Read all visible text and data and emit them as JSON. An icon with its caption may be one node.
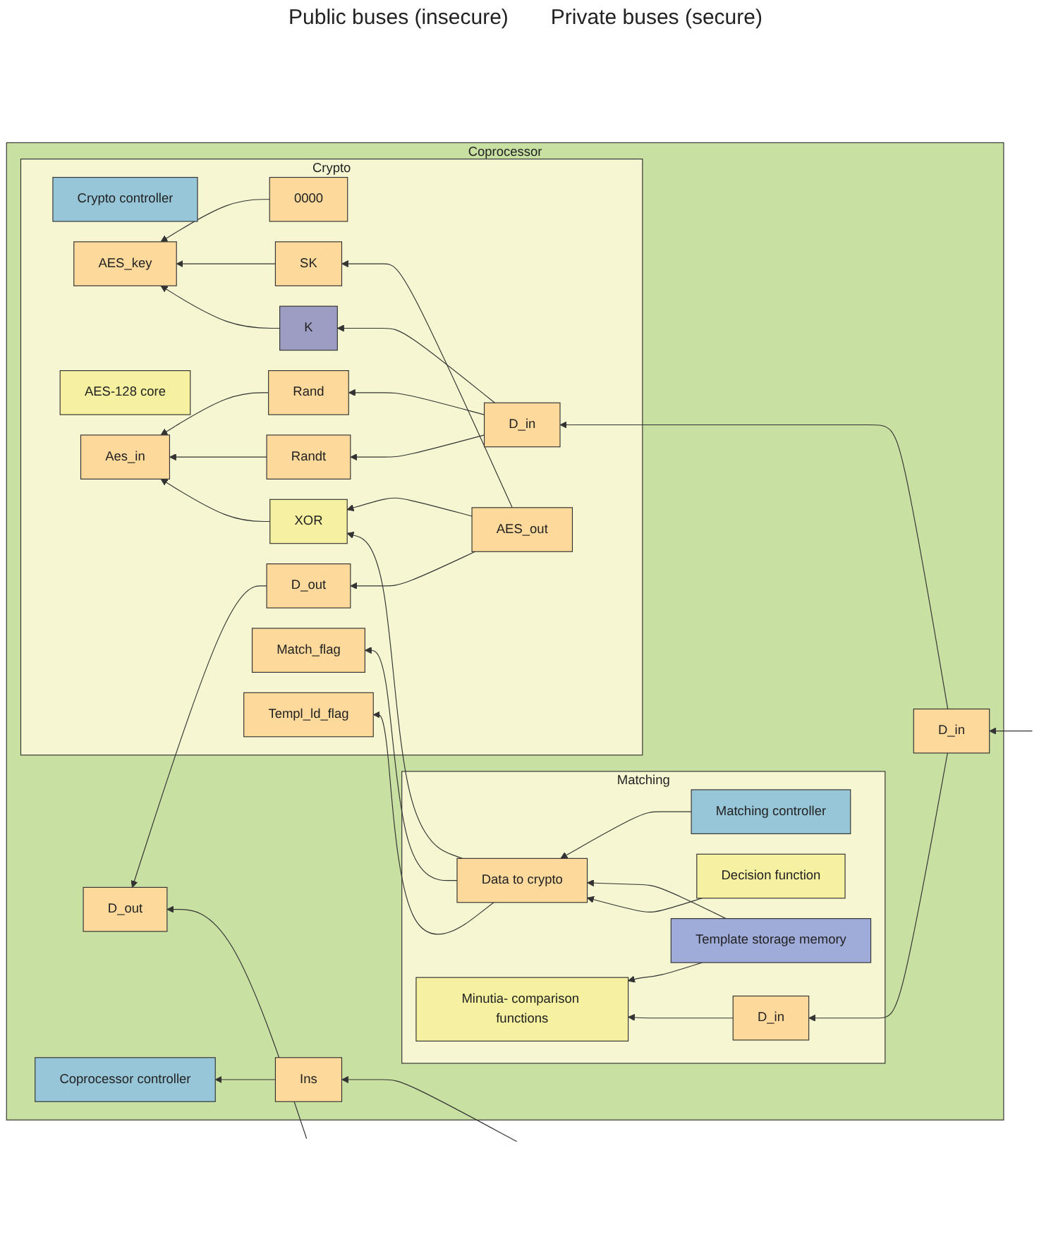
{
  "diagram": {
    "nodes": [
      {
        "text": [
          "Coprocessor"
        ]
      },
      {
        "text": [
          "Coprocessor controller"
        ],
        "in": 0
      },
      {
        "text": [
          "Crypto"
        ],
        "in": 0
      },
      {
        "text": [
          "Crypto controller"
        ],
        "in": 2
      },
      {
        "text": [
          "0000"
        ],
        "in": 2
      },
      {
        "text": [
          "K"
        ],
        "in": 2
      },
      {
        "text": [
          "Rand"
        ],
        "in": 2
      },
      {
        "text": [
          "Randt"
        ],
        "in": 2
      },
      {
        "text": [
          "D_in"
        ],
        "in": 2
      },
      {
        "text": [
          "AES_key"
        ],
        "in": 2
      },
      {
        "text": [
          "AES_out"
        ],
        "in": 2
      },
      {
        "text": [
          "AES-128 core"
        ],
        "in": 2
      },
      {
        "text": [
          "Aes_in"
        ],
        "in": 2
      },
      {
        "text": [
          "D_out"
        ],
        "in": 2
      },
      {
        "text": [
          "SK"
        ],
        "in": 2
      },
      {
        "text": [
          "XOR"
        ],
        "in": 2
      },
      {
        "text": [
          "Match_flag"
        ],
        "in": 2
      },
      {
        "text": [
          "Templ_ld_flag"
        ],
        "in": 2
      },
      {
        "text": [
          "Ins"
        ],
        "in": 0
      },
      {
        "text": [
          "D_in"
        ],
        "in": 0
      },
      {
        "text": [
          "D_out"
        ],
        "in": 0
      },
      {
        "text": [
          "Matching"
        ],
        "in": 0
      },
      {
        "text": [
          "Data to crypto"
        ],
        "in": 21
      },
      {
        "text": [
          "Matching controller"
        ],
        "in": 21
      },
      {
        "text": [
          "D_in"
        ],
        "in": 21
      },
      {
        "text": [
          "Template storage memory"
        ],
        "in": 21
      },
      {
        "text": [
          "Minutia- comparison functions"
        ],
        "in": 21
      },
      {
        "text": [
          "Decision function"
        ],
        "in": 21
      }
    ],
    "edges": [
      {
        "from": null,
        "to": 18,
        "arrow": "to"
      },
      {
        "from": null,
        "to": 19,
        "arrow": "to"
      },
      {
        "from": null,
        "to": 20,
        "arrow": "to"
      },
      {
        "from": 18,
        "to": 1,
        "arrow": "to"
      },
      {
        "from": 19,
        "to": 8,
        "arrow": "to"
      },
      {
        "from": 19,
        "to": 24,
        "arrow": "to"
      },
      {
        "from": 8,
        "to": 5,
        "arrow": "to"
      },
      {
        "from": 8,
        "to": 6,
        "arrow": "to"
      },
      {
        "from": 8,
        "to": 7,
        "arrow": "to"
      },
      {
        "from": 4,
        "to": 9,
        "arrow": "to"
      },
      {
        "from": 14,
        "to": 9,
        "arrow": "to"
      },
      {
        "from": 5,
        "to": 9,
        "arrow": "to"
      },
      {
        "from": 6,
        "to": 12,
        "arrow": "to"
      },
      {
        "from": 7,
        "to": 12,
        "arrow": "to"
      },
      {
        "from": 15,
        "to": 12,
        "arrow": "to"
      },
      {
        "from": 10,
        "to": 13,
        "arrow": "to"
      },
      {
        "from": 10,
        "to": 14,
        "arrow": "to"
      },
      {
        "from": 10,
        "to": 15,
        "arrow": "to"
      },
      {
        "from": 13,
        "to": 20,
        "arrow": "to"
      },
      {
        "from": 22,
        "to": 15,
        "arrow": "to"
      },
      {
        "from": 22,
        "to": 16,
        "arrow": "to"
      },
      {
        "from": 22,
        "to": 17,
        "arrow": "to"
      },
      {
        "from": 23,
        "to": 22,
        "arrow": "to"
      },
      {
        "from": 25,
        "to": 22,
        "arrow": "to"
      },
      {
        "from": 27,
        "to": 22,
        "arrow": "to"
      },
      {
        "from": 25,
        "to": 26,
        "arrow": "to"
      },
      {
        "from": 24,
        "to": 26,
        "arrow": "to"
      }
    ],
    "labels": [
      "Public buses (insecure)",
      "Private buses (secure)"
    ]
  }
}
